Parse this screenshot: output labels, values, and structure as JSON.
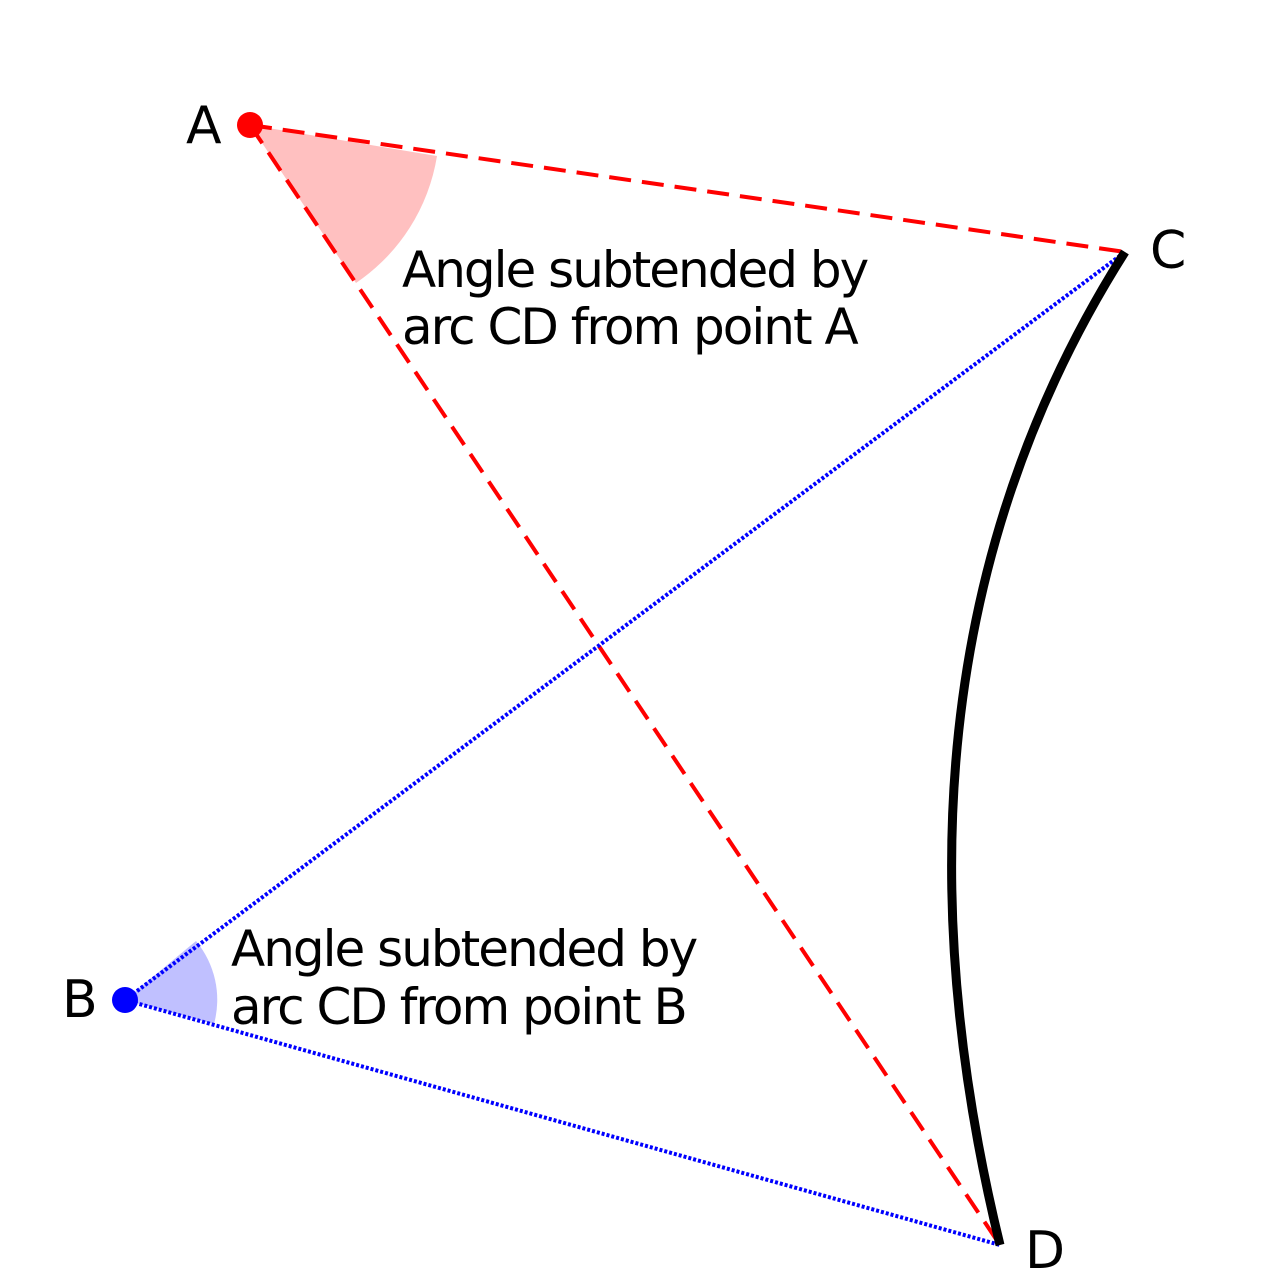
{
  "points": {
    "A": {
      "label": "A"
    },
    "B": {
      "label": "B"
    },
    "C": {
      "label": "C"
    },
    "D": {
      "label": "D"
    }
  },
  "annotations": {
    "angle_a": {
      "line1": "Angle subtended by",
      "line2": "arc CD from point A"
    },
    "angle_b": {
      "line1": "Angle subtended by",
      "line2": "arc CD from point B"
    }
  },
  "colors": {
    "point_a": "#ff0000",
    "point_b": "#0000ff",
    "sector_a": "#ffc0c0",
    "sector_b": "#c0c0ff",
    "arc": "#000000"
  }
}
